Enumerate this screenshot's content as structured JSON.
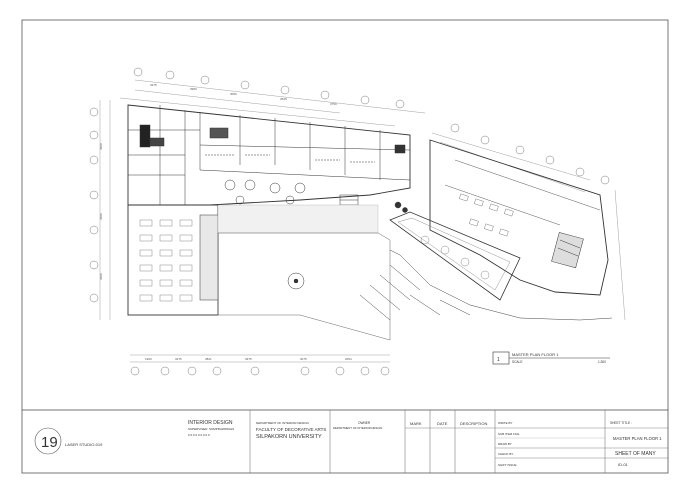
{
  "plan": {
    "caption_title": "MASTER PLAN FLOOR 1",
    "caption_scale": "SCALE",
    "caption_scale_value": "1:300",
    "caption_number": "1"
  },
  "titleblock": {
    "logo_number": "19",
    "studio": "LASER STUDIO-019",
    "program_title": "INTERIOR DESIGN",
    "student_name": "SUPERVISED: SOMPRAWRINGS",
    "student_id": "0 0 0 0 0 0 0 0 0",
    "department": "DEPARTMENT OF INTERIOR DESIGN",
    "faculty": "FACULTY OF DECORATIVE ARTS",
    "university": "SILPAKORN UNIVERSITY",
    "owner_label": "OWNER",
    "owner_value": "DEPARTMENT OF INTERIOR DESIGN",
    "col_mark": "MARK",
    "col_date": "DATE",
    "col_description": "DESCRIPTION",
    "meta_rows": [
      "WRITE BY",
      "SUB ITEM FILE",
      "DRAW BY",
      "CHECK BY",
      "SHIFT ISSUE"
    ],
    "sheet_title_label": "SHEET TITLE :",
    "sheet_title": "MASTER PLAN FLOOR 1",
    "sheet_of": "SHEET OF MANY",
    "sheet_number": "ID-01"
  }
}
